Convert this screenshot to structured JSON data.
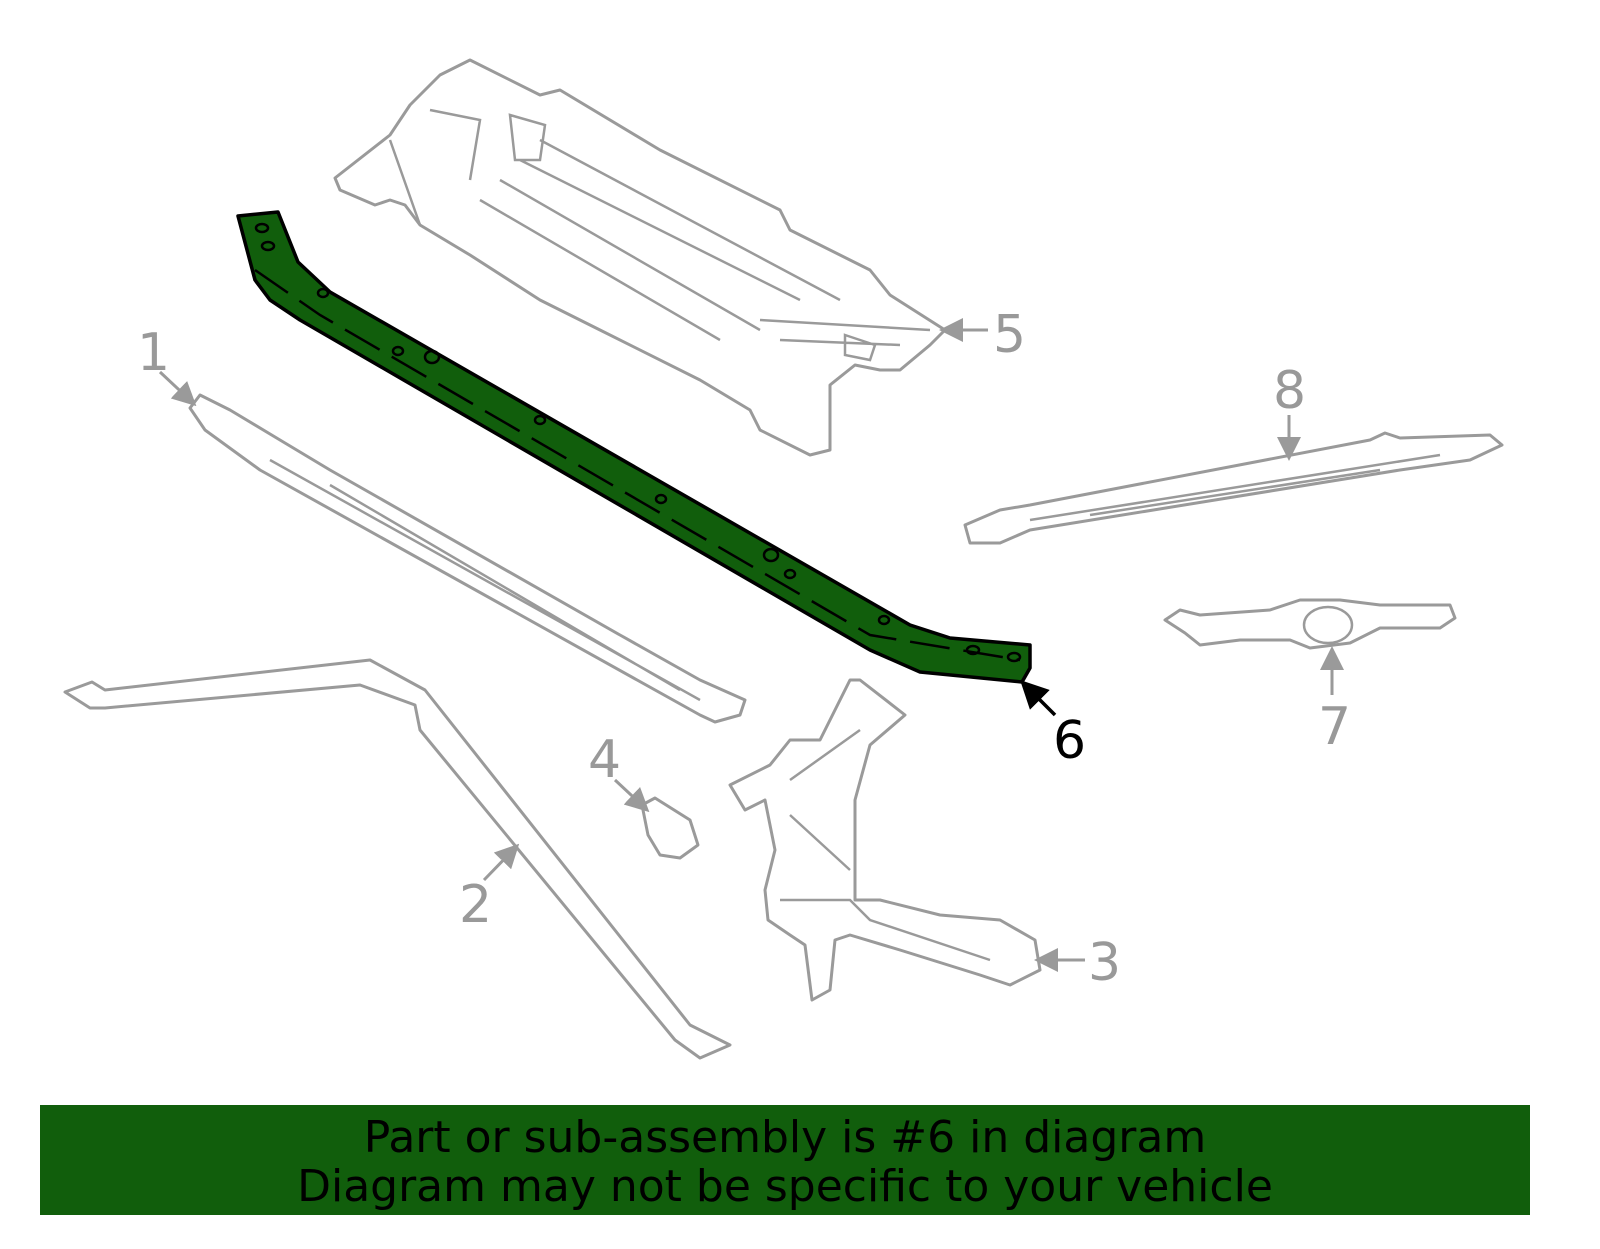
{
  "diagram": {
    "callouts": [
      {
        "number": "1",
        "label": "1"
      },
      {
        "number": "2",
        "label": "2"
      },
      {
        "number": "3",
        "label": "3"
      },
      {
        "number": "4",
        "label": "4"
      },
      {
        "number": "5",
        "label": "5"
      },
      {
        "number": "6",
        "label": "6"
      },
      {
        "number": "7",
        "label": "7"
      },
      {
        "number": "8",
        "label": "8"
      }
    ],
    "highlighted_part": "6",
    "highlight_color": "#115e0c",
    "part_outline_color": "#9a9a9a"
  },
  "banner": {
    "line1": "Part or sub-assembly is #6 in diagram",
    "line2": "Diagram may not be specific to your vehicle"
  }
}
